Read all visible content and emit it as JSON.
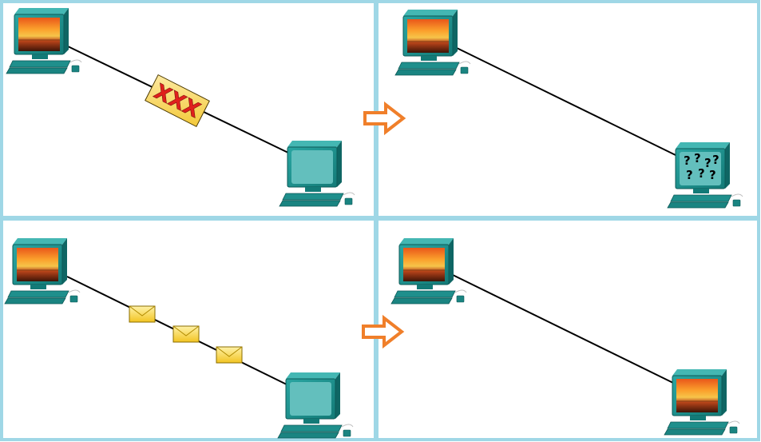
{
  "panels": [
    {
      "id": "top-left",
      "step": "sending-one-large-message",
      "source_screen": "sunset-image",
      "destination_screen": "blank",
      "message": {
        "type": "large-block",
        "label": "XXX"
      }
    },
    {
      "id": "top-right",
      "step": "destination-cannot-interpret",
      "source_screen": "sunset-image",
      "destination_screen": "question-marks",
      "destination_marks": [
        "?",
        "?",
        "?",
        "?",
        "?",
        "?"
      ]
    },
    {
      "id": "bottom-left",
      "step": "sending-segmented-messages",
      "source_screen": "sunset-image",
      "destination_screen": "blank",
      "segments": 3
    },
    {
      "id": "bottom-right",
      "step": "destination-reassembles-image",
      "source_screen": "sunset-image",
      "destination_screen": "sunset-image"
    }
  ],
  "arrows": [
    "arrow-right-icon",
    "arrow-right-icon"
  ],
  "colors": {
    "panel_border": "#9fd7e6",
    "computer_body": "#1f8f8c",
    "computer_dark": "#0f6664",
    "screen_blank": "#63bfbd",
    "arrow": "#f07f2a",
    "envelope": "#f6cd2f",
    "xxx_text": "#e0201c"
  }
}
